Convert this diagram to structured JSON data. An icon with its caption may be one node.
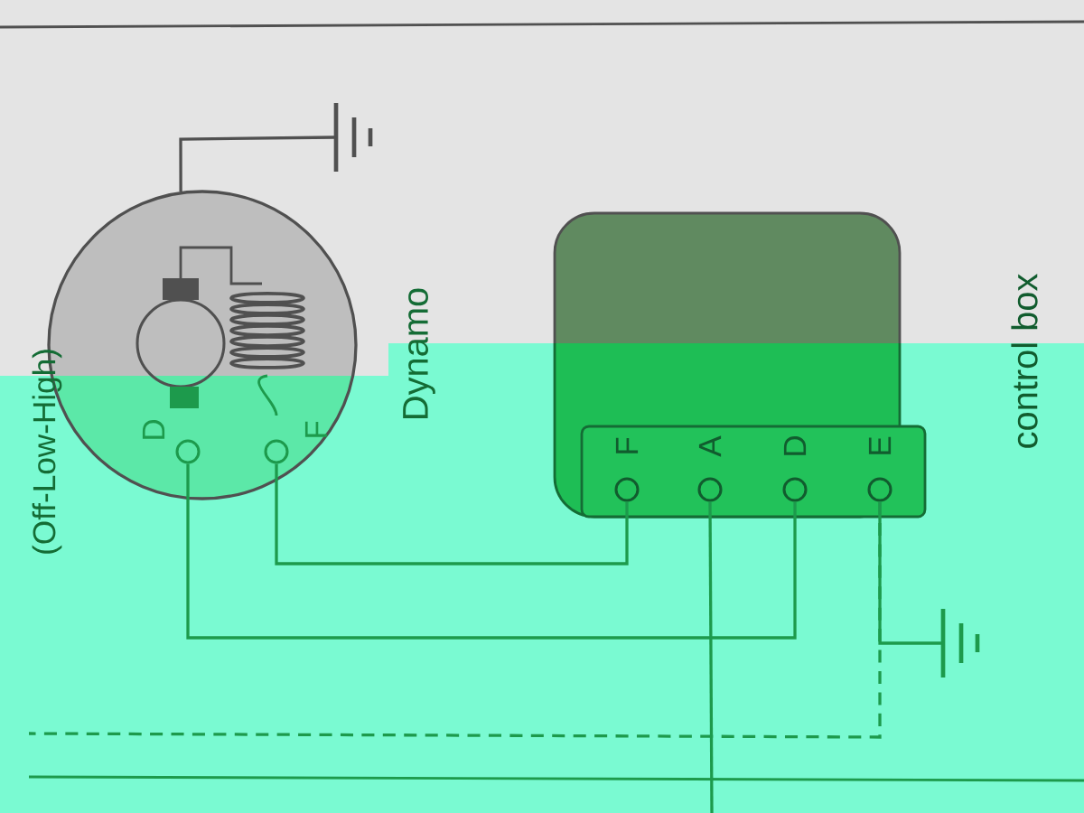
{
  "diagram": {
    "nodes": [
      {
        "text": [
          "Dynamo"
        ]
      },
      {
        "text": [
          "D"
        ],
        "in": 0
      },
      {
        "text": [
          "F"
        ],
        "in": 0
      },
      {
        "text": [
          "control box"
        ]
      },
      {
        "text": [
          "F"
        ],
        "in": 3
      },
      {
        "text": [
          "A"
        ],
        "in": 3
      },
      {
        "text": [
          "D"
        ],
        "in": 3
      },
      {
        "text": [
          "E"
        ],
        "in": 3
      },
      {
        "text": [],
        "shape": "ground"
      },
      {
        "text": [],
        "shape": "ground"
      }
    ],
    "edges": [
      {
        "from": 0,
        "to": 8,
        "arrow": "none",
        "color": "#505050"
      },
      {
        "from": 2,
        "to": 4,
        "arrow": "none"
      },
      {
        "from": 1,
        "to": 6,
        "arrow": "none"
      },
      {
        "from": 7,
        "to": 9,
        "arrow": "none"
      },
      {
        "from": 7,
        "to": null,
        "arrow": "none",
        "style": "dashed"
      },
      {
        "from": 5,
        "to": null,
        "arrow": "none"
      }
    ],
    "labels": [
      "(Off-Low-High)"
    ]
  }
}
